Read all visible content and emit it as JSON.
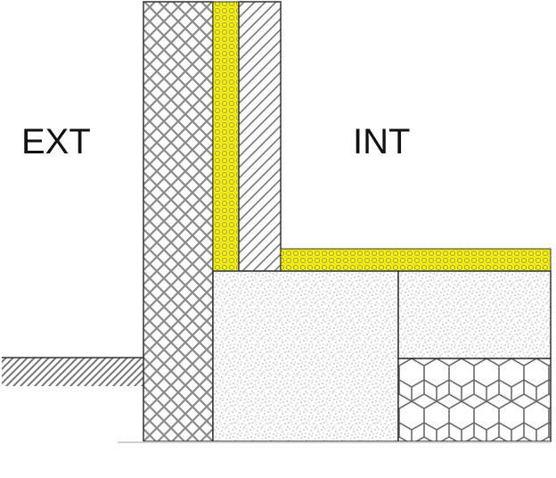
{
  "labels": {
    "exterior": "EXT",
    "interior": "INT"
  },
  "materials": [
    {
      "name": "crosshatch-masonry",
      "color": "#8a8a8a"
    },
    {
      "name": "yellow-insulation",
      "color": "#f5f000"
    },
    {
      "name": "diagonal-hatch-wall",
      "color": "#777777"
    },
    {
      "name": "stippled-concrete",
      "color": "#9a9a9a"
    },
    {
      "name": "hexagon-fill",
      "color": "#6a6a6a"
    },
    {
      "name": "ground-hatch",
      "color": "#777777"
    }
  ]
}
